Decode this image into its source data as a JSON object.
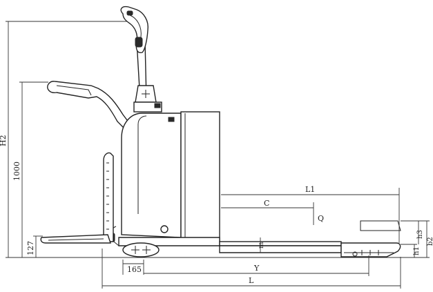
{
  "diagram": {
    "labels": {
      "h2": "H2",
      "handle_height": "1000",
      "fork_lowered": "127",
      "wheel_offset": "165",
      "l1": "L1",
      "c": "C",
      "q": "Q",
      "m": "m",
      "y": "Y",
      "l": "L",
      "h1": "h1",
      "h3": "h3",
      "b2": "b2"
    }
  }
}
